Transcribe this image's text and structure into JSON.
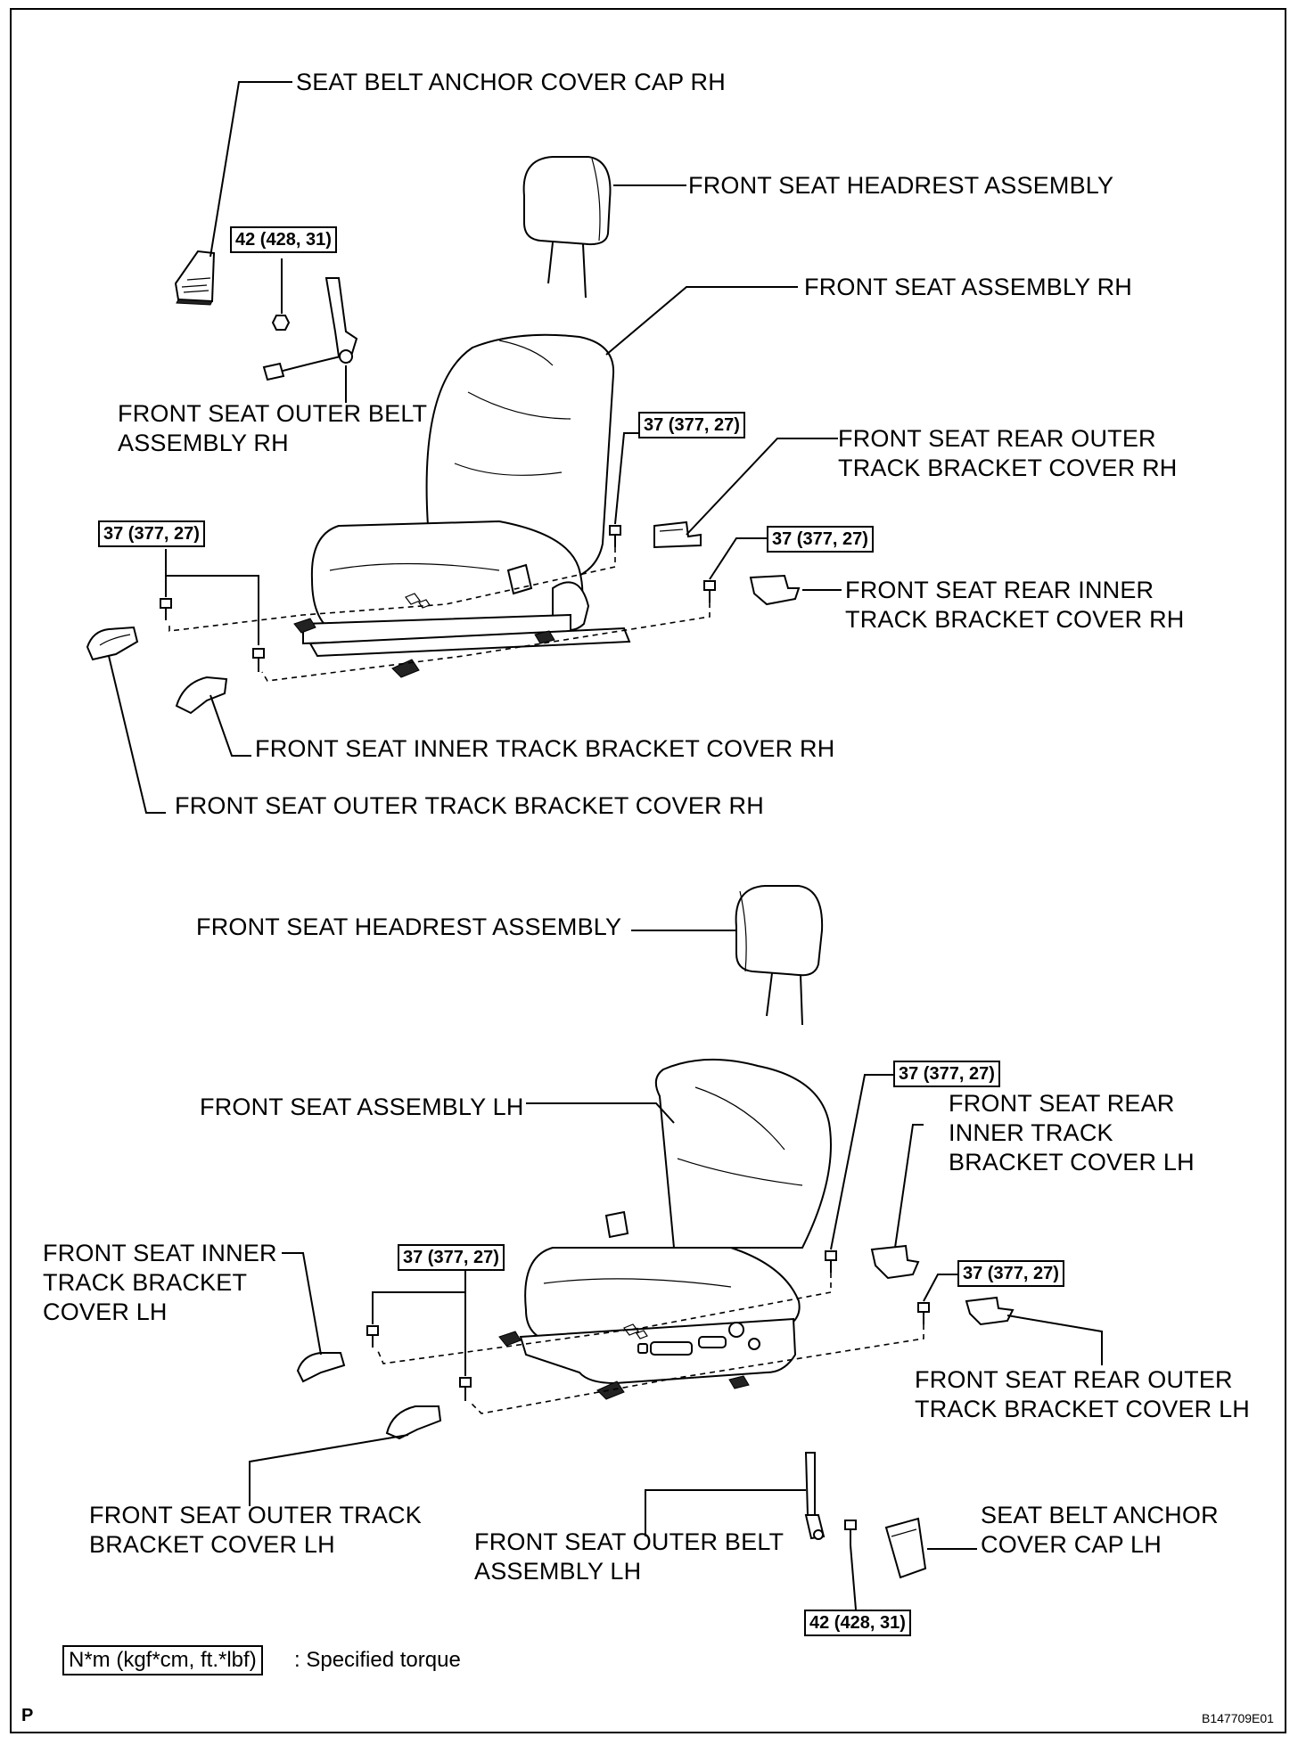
{
  "labels": {
    "rh": {
      "anchor_cap": "SEAT BELT ANCHOR COVER CAP RH",
      "headrest": "FRONT SEAT HEADREST ASSEMBLY",
      "seat": "FRONT SEAT ASSEMBLY RH",
      "belt": "FRONT SEAT OUTER BELT\nASSEMBLY RH",
      "rear_outer": "FRONT SEAT REAR OUTER\nTRACK BRACKET COVER RH",
      "rear_inner": "FRONT SEAT REAR INNER\nTRACK BRACKET COVER RH",
      "inner_track": "FRONT SEAT INNER TRACK BRACKET COVER RH",
      "outer_track": "FRONT SEAT OUTER TRACK BRACKET COVER RH"
    },
    "lh": {
      "headrest": "FRONT SEAT HEADREST ASSEMBLY",
      "seat": "FRONT SEAT ASSEMBLY LH",
      "rear_inner": "FRONT SEAT REAR\nINNER TRACK\nBRACKET COVER LH",
      "inner_track": "FRONT SEAT INNER\nTRACK BRACKET\nCOVER LH",
      "rear_outer": "FRONT SEAT REAR OUTER\nTRACK BRACKET COVER LH",
      "outer_track": "FRONT SEAT OUTER TRACK\nBRACKET COVER LH",
      "belt": "FRONT SEAT OUTER BELT\nASSEMBLY LH",
      "anchor_cap": "SEAT BELT ANCHOR\nCOVER CAP LH"
    }
  },
  "torque": {
    "rh_belt": "42 (428, 31)",
    "rh_rear_outer": "37 (377, 27)",
    "rh_front": "37 (377, 27)",
    "rh_rear_inner": "37 (377, 27)",
    "lh_rear_inner": "37 (377, 27)",
    "lh_front": "37 (377, 27)",
    "lh_rear_outer": "37 (377, 27)",
    "lh_belt": "42 (428, 31)"
  },
  "legend": {
    "unit": "N*m (kgf*cm, ft.*lbf)",
    "text": ": Specified torque"
  },
  "corner": "P",
  "figure_code": "B147709E01"
}
